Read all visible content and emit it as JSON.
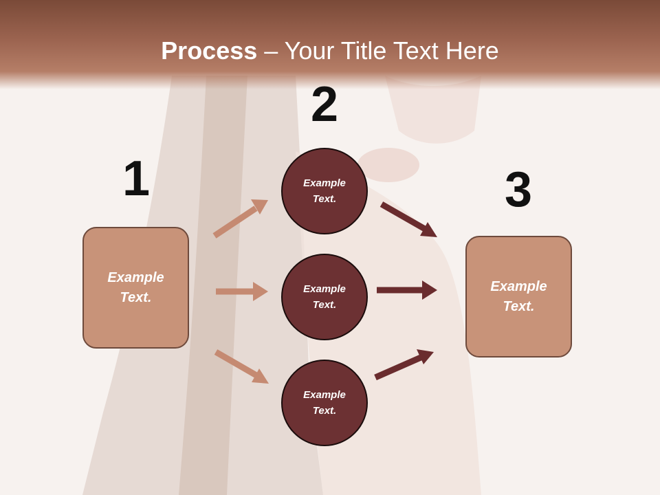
{
  "header": {
    "title_bold": "Process",
    "title_rest": " – Your Title Text Here"
  },
  "steps": [
    {
      "number": "1",
      "text": "Example Text."
    },
    {
      "number": "2",
      "text": "Example Text."
    },
    {
      "number": "3",
      "text": "Example Text."
    }
  ],
  "middle_nodes": [
    {
      "text": "Example Text."
    },
    {
      "text": "Example Text."
    },
    {
      "text": "Example Text."
    }
  ],
  "colors": {
    "header": "#9c6450",
    "box_fill": "#c89379",
    "circle_fill": "#6c3133",
    "arrow_light": "#c58a72",
    "arrow_dark": "#6a2c2e"
  }
}
